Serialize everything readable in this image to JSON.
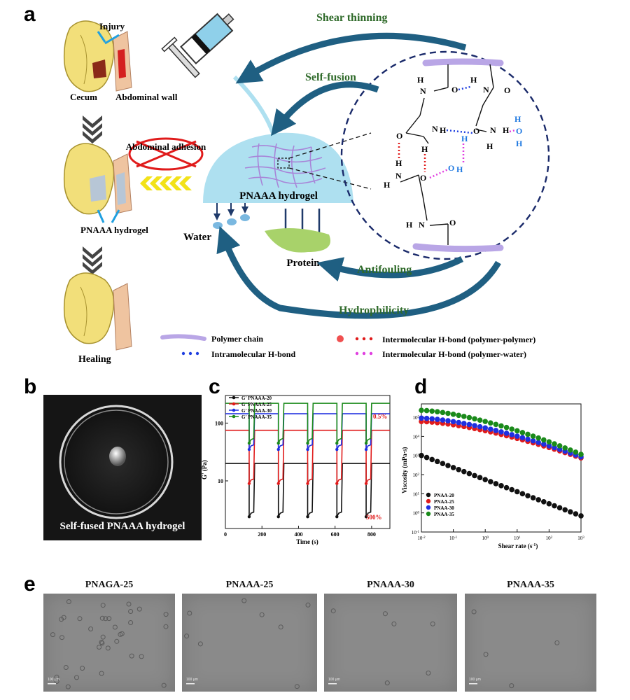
{
  "panels": {
    "a": "a",
    "b": "b",
    "c": "c",
    "d": "d",
    "e": "e"
  },
  "a": {
    "labels": {
      "injury": "Injury",
      "cecum": "Cecum",
      "abdominal_wall": "Abdominal wall",
      "abdominal_adhesion": "Abdominal adhesion",
      "pnaaa_hydrogel_left": "PNAAA hydrogel",
      "healing": "Healing",
      "shear_thinning": "Shear thinning",
      "self_fusion": "Self-fusion",
      "pnaaa_hydrogel_center": "PNAAA hydrogel",
      "water": "Water",
      "protein": "Protein",
      "antifouling": "Antifouling",
      "hydrophilicity": "Hydrophilicity"
    },
    "legend": {
      "polymer_chain": "Polymer chain",
      "intramolecular": "Intramolecular H-bond",
      "inter_pp": "Intermolecular H-bond (polymer-polymer)",
      "inter_pw": "Intermolecular H-bond (polymer-water)"
    },
    "colors": {
      "arrow": "#1f5f82",
      "gel": "#aee0f0",
      "protein": "#a8d26a",
      "chain": "#b9a6e6"
    }
  },
  "b": {
    "caption": "Self-fused PNAAA hydrogel"
  },
  "c": {
    "xlabel": "Time (s)",
    "ylabel": "G' (Pa)",
    "xticks": [
      "0",
      "200",
      "400",
      "600",
      "800"
    ],
    "yticks": [
      "10",
      "100"
    ],
    "annot_high": "0.5%",
    "annot_low": "500%",
    "legend_prefix": "G'",
    "series": [
      {
        "name": "PNAAA-20",
        "color": "#111111",
        "high": 20,
        "low": 2.4
      },
      {
        "name": "PNAAA-25",
        "color": "#e01b1b",
        "high": 75,
        "low": 9
      },
      {
        "name": "PNAAA-30",
        "color": "#1f2fe0",
        "high": 145,
        "low": 35
      },
      {
        "name": "PNAAA-35",
        "color": "#1a8a1a",
        "high": 220,
        "low": 45
      }
    ]
  },
  "chart_data": [
    {
      "type": "line",
      "xlabel": "Time (s)",
      "ylabel": "G' (Pa)",
      "xlim": [
        0,
        900
      ],
      "ylim": [
        1.5,
        300
      ],
      "yscale": "log",
      "strain_steps": {
        "high_strain": "500%",
        "low_strain": "0.5%"
      },
      "series": [
        {
          "name": "PNAAA-20",
          "plateau_low_strain": 20,
          "min_high_strain": 2.4
        },
        {
          "name": "PNAAA-25",
          "plateau_low_strain": 75,
          "min_high_strain": 9
        },
        {
          "name": "PNAAA-30",
          "plateau_low_strain": 145,
          "min_high_strain": 35
        },
        {
          "name": "PNAAA-35",
          "plateau_low_strain": 220,
          "min_high_strain": 45
        }
      ]
    },
    {
      "type": "scatter",
      "xlabel": "Shear rate (s-1)",
      "ylabel": "Viscosity (mPa·s)",
      "xscale": "log",
      "yscale": "log",
      "xlim": [
        0.01,
        1000
      ],
      "ylim": [
        0.1,
        500000
      ],
      "xticks": [
        "10-2",
        "10-1",
        "100",
        "101",
        "102",
        "103"
      ],
      "yticks": [
        "10-1",
        "100",
        "101",
        "102",
        "103",
        "104",
        "105"
      ],
      "series": [
        {
          "name": "PNAA-20",
          "color": "#111111",
          "start": 1000,
          "end": 0.7
        },
        {
          "name": "PNAA-25",
          "color": "#e01b1b",
          "start": 60000,
          "end": 750
        },
        {
          "name": "PNAA-30",
          "color": "#1f2fe0",
          "start": 90000,
          "end": 850
        },
        {
          "name": "PNAA-35",
          "color": "#1a8a1a",
          "start": 230000,
          "end": 1150
        }
      ]
    }
  ],
  "e": {
    "images": [
      {
        "label": "PNAGA-25",
        "scale": "100 µm"
      },
      {
        "label": "PNAAA-25",
        "scale": "100 µm"
      },
      {
        "label": "PNAAA-30",
        "scale": "100 µm"
      },
      {
        "label": "PNAAA-35",
        "scale": "100 µm"
      }
    ]
  }
}
